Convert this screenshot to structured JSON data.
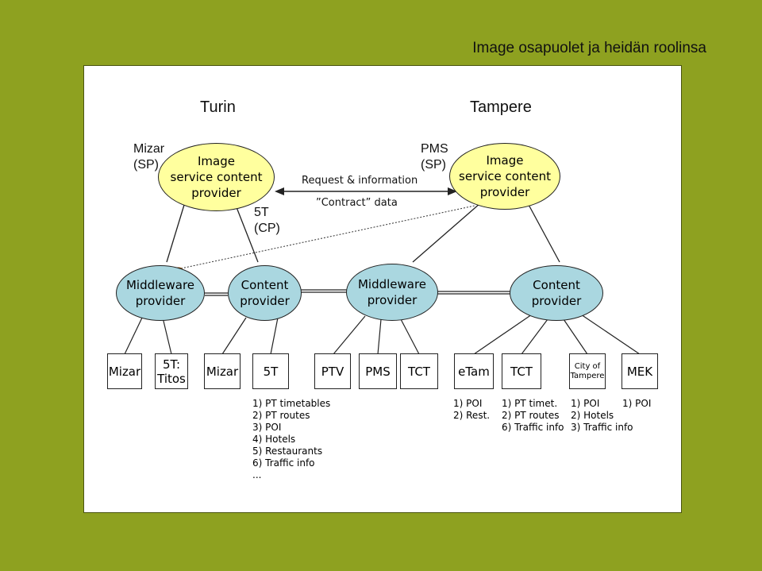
{
  "title": "Image osapuolet ja heidän roolinsa",
  "cities": {
    "left": "Turin",
    "right": "Tampere"
  },
  "top_labels": {
    "mizar_sp": "Mizar\n(SP)",
    "fivet_cp": "5T\n(CP)",
    "pms_sp": "PMS\n(SP)",
    "request": "Request & information",
    "contract": "”Contract” data"
  },
  "ovals": {
    "turin_image": "Image\nservice content\nprovider",
    "tampere_image": "Image\nservice content\nprovider",
    "middleware_1": "Middleware\nprovider",
    "content_1": "Content\nprovider",
    "middleware_2": "Middleware\nprovider",
    "content_2": "Content\nprovider"
  },
  "boxes": [
    "Mizar",
    "5T:\nTitos",
    "Mizar",
    "5T",
    "PTV",
    "PMS",
    "TCT",
    "eTam",
    "TCT",
    "City of\nTampere",
    "MEK"
  ],
  "lists": {
    "fivet": [
      "1) PT timetables",
      "2) PT routes",
      "3) POI",
      "4) Hotels",
      "5) Restaurants",
      "6) Traffic info",
      "..."
    ],
    "etam": [
      "1) POI",
      "2) Rest."
    ],
    "tct": [
      "1) PT timet.",
      "2) PT routes",
      "6) Traffic info"
    ],
    "city": [
      "1) POI",
      "2) Hotels",
      "3) Traffic info"
    ],
    "mek": [
      "1) POI"
    ]
  },
  "colors": {
    "background": "#8ea120",
    "yellow_oval": "#ffff9e",
    "blue_oval": "#aad7e0",
    "marker": "#f7a440"
  }
}
